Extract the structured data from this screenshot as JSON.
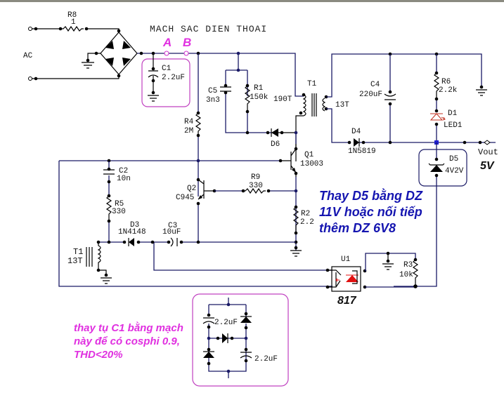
{
  "title": "MACH SAC DIEN THOAI",
  "test_points": {
    "a": "A",
    "b": "B"
  },
  "input": {
    "label": "AC"
  },
  "components": {
    "r8": {
      "name": "R8",
      "value": "1"
    },
    "c1": {
      "name": "C1",
      "value": "2.2uF"
    },
    "c5": {
      "name": "C5",
      "value": "3n3"
    },
    "r1": {
      "name": "R1",
      "value": "150k"
    },
    "t1_primary": {
      "turns": "190T"
    },
    "t1": {
      "name": "T1",
      "secondary": "13T"
    },
    "c4": {
      "name": "C4",
      "value": "220uF"
    },
    "r6": {
      "name": "R6",
      "value": "2.2k"
    },
    "d1": {
      "name": "D1",
      "value": "LED1"
    },
    "r4": {
      "name": "R4",
      "value": "2M"
    },
    "d6": {
      "name": "D6"
    },
    "d4": {
      "name": "D4",
      "value": "1N5819"
    },
    "q1": {
      "name": "Q1",
      "value": "13003"
    },
    "d5": {
      "name": "D5",
      "value": "4V2V"
    },
    "c2": {
      "name": "C2",
      "value": "10n"
    },
    "q2": {
      "name": "Q2",
      "value": "C945"
    },
    "r9": {
      "name": "R9",
      "value": "330"
    },
    "r5": {
      "name": "R5",
      "value": "330"
    },
    "r2": {
      "name": "R2",
      "value": "2.2"
    },
    "d3": {
      "name": "D3",
      "value": "1N4148"
    },
    "c3": {
      "name": "C3",
      "value": "10uF"
    },
    "t1_aux": {
      "name": "T1",
      "turns": "13T"
    },
    "u1": {
      "name": "U1",
      "value": "817"
    },
    "r3": {
      "name": "R3",
      "value": "10k"
    },
    "pfc_c_top": {
      "value": "2.2uF"
    },
    "pfc_c_bottom": {
      "value": "2.2uF"
    }
  },
  "output": {
    "label": "Vout",
    "voltage": "5V"
  },
  "notes": {
    "d5_note": [
      "Thay D5 bằng DZ",
      "11V hoặc nối tiếp",
      "thêm DZ 6V8"
    ],
    "c1_note": [
      "thay tụ C1 bằng mạch",
      "này để có cosphi 0.9,",
      "THD<20%"
    ]
  },
  "colors": {
    "wire": "#1a1a66",
    "note_blue": "#1515b0",
    "note_magenta": "#e030e0",
    "led": "#c03020",
    "opto": "#e01010"
  }
}
